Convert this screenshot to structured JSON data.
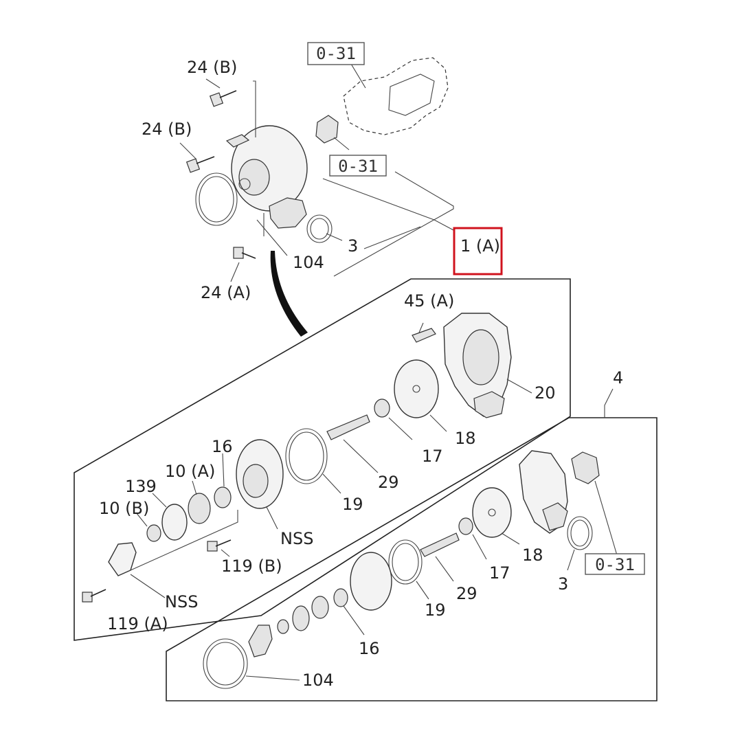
{
  "labels": {
    "ref_031_a": "0-31",
    "ref_031_b": "0-31",
    "ref_031_c": "0-31",
    "p24b_a": "24 (B)",
    "p24b_b": "24 (B)",
    "p24a": "24 (A)",
    "p104_a": "104",
    "p3_a": "3",
    "p1a": "1 (A)",
    "p45a": "45 (A)",
    "p20": "20",
    "p4": "4",
    "p18_a": "18",
    "p17_a": "17",
    "p29_a": "29",
    "p19_a": "19",
    "p16_a": "16",
    "p10a": "10 (A)",
    "p139": "139",
    "p10b": "10 (B)",
    "nss_a": "NSS",
    "p119b": "119 (B)",
    "nss_b": "NSS",
    "p119a": "119 (A)",
    "p18_b": "18",
    "p17_b": "17",
    "p3_b": "3",
    "p29_b": "29",
    "p19_b": "19",
    "p16_b": "16",
    "p104_b": "104"
  },
  "colors": {
    "highlight": "#d0131e",
    "line": "#222222"
  }
}
